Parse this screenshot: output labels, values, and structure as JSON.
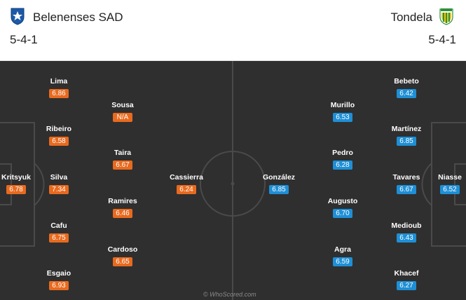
{
  "home": {
    "name": "Belenenses SAD",
    "formation": "5-4-1",
    "color": "#e86a1f",
    "crest_icon": "belenenses-crest-icon",
    "players": [
      {
        "name": "Lima",
        "rating": "6.86"
      },
      {
        "name": "Sousa",
        "rating": "N/A"
      },
      {
        "name": "Ribeiro",
        "rating": "6.58"
      },
      {
        "name": "Taira",
        "rating": "6.67"
      },
      {
        "name": "Kritsyuk",
        "rating": "6.78"
      },
      {
        "name": "Silva",
        "rating": "7.34"
      },
      {
        "name": "Cassierra",
        "rating": "6.24"
      },
      {
        "name": "Ramires",
        "rating": "6.46"
      },
      {
        "name": "Cafu",
        "rating": "6.75"
      },
      {
        "name": "Cardoso",
        "rating": "6.65"
      },
      {
        "name": "Esgaio",
        "rating": "6.93"
      }
    ]
  },
  "away": {
    "name": "Tondela",
    "formation": "5-4-1",
    "color": "#1e8fd6",
    "crest_icon": "tondela-crest-icon",
    "players": [
      {
        "name": "Bebeto",
        "rating": "6.42"
      },
      {
        "name": "Murillo",
        "rating": "6.53"
      },
      {
        "name": "Martínez",
        "rating": "6.85"
      },
      {
        "name": "Pedro",
        "rating": "6.28"
      },
      {
        "name": "González",
        "rating": "6.85"
      },
      {
        "name": "Tavares",
        "rating": "6.67"
      },
      {
        "name": "Niasse",
        "rating": "6.52"
      },
      {
        "name": "Augusto",
        "rating": "6.70"
      },
      {
        "name": "Medioub",
        "rating": "6.43"
      },
      {
        "name": "Agra",
        "rating": "6.59"
      },
      {
        "name": "Khacef",
        "rating": "6.27"
      }
    ]
  },
  "watermark": "© WhoScored.com"
}
